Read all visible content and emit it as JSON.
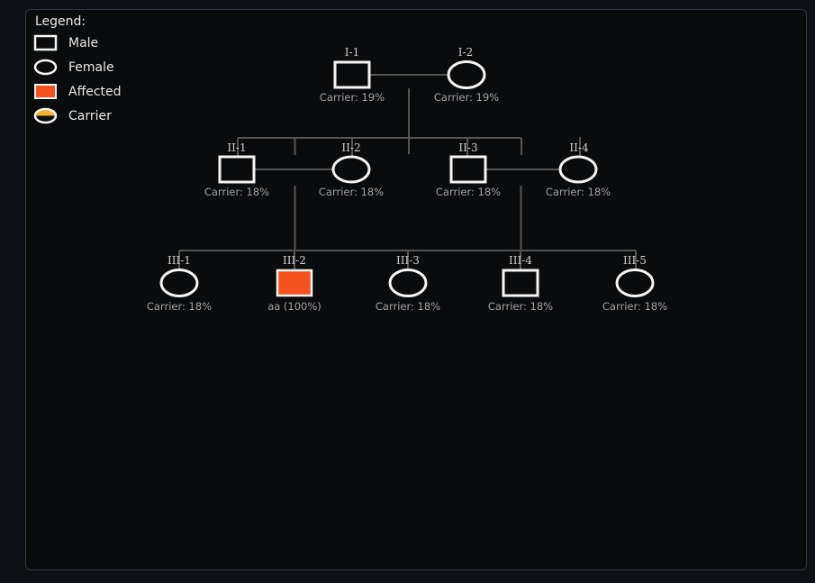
{
  "legend": {
    "title": "Legend:",
    "items": [
      {
        "label": "Male"
      },
      {
        "label": "Female"
      },
      {
        "label": "Affected"
      },
      {
        "label": "Carrier"
      }
    ]
  },
  "colors": {
    "affected": "#f4511e",
    "carrier": "#f0b429",
    "symbol_outline": "#f5f5f5",
    "connector": "#555555"
  },
  "pedigree": {
    "generations": [
      "I",
      "II",
      "III"
    ],
    "nodes": [
      {
        "id": "I-1",
        "generation": "I",
        "sex": "male",
        "affected": false,
        "caption": "Carrier: 19%"
      },
      {
        "id": "I-2",
        "generation": "I",
        "sex": "female",
        "affected": false,
        "caption": "Carrier: 19%"
      },
      {
        "id": "II-1",
        "generation": "II",
        "sex": "male",
        "affected": false,
        "caption": "Carrier: 18%"
      },
      {
        "id": "II-2",
        "generation": "II",
        "sex": "female",
        "affected": false,
        "caption": "Carrier: 18%"
      },
      {
        "id": "II-3",
        "generation": "II",
        "sex": "male",
        "affected": false,
        "caption": "Carrier: 18%"
      },
      {
        "id": "II-4",
        "generation": "II",
        "sex": "female",
        "affected": false,
        "caption": "Carrier: 18%"
      },
      {
        "id": "III-1",
        "generation": "III",
        "sex": "female",
        "affected": false,
        "caption": "Carrier: 18%"
      },
      {
        "id": "III-2",
        "generation": "III",
        "sex": "male",
        "affected": true,
        "caption": "aa (100%)"
      },
      {
        "id": "III-3",
        "generation": "III",
        "sex": "female",
        "affected": false,
        "caption": "Carrier: 18%"
      },
      {
        "id": "III-4",
        "generation": "III",
        "sex": "male",
        "affected": false,
        "caption": "Carrier: 18%"
      },
      {
        "id": "III-5",
        "generation": "III",
        "sex": "female",
        "affected": false,
        "caption": "Carrier: 18%"
      }
    ]
  }
}
